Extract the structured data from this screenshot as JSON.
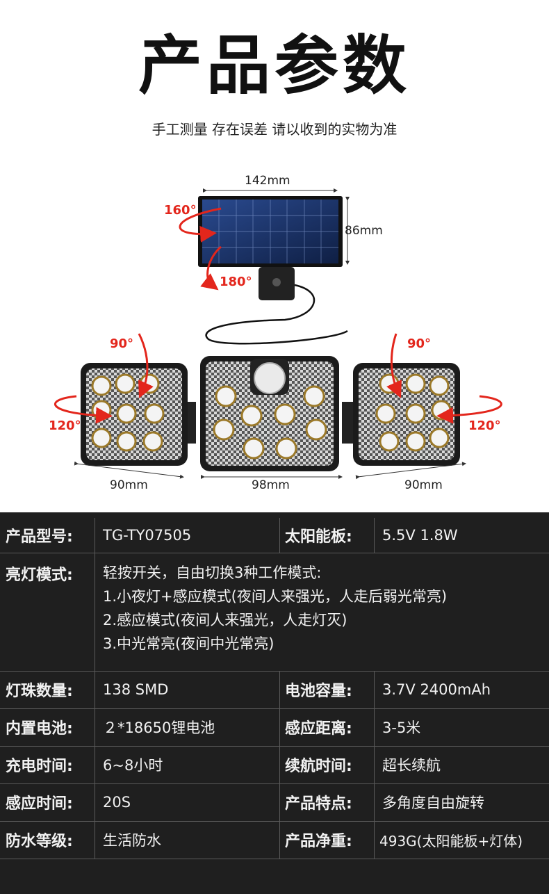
{
  "header": {
    "title": "产品参数",
    "subtitle": "手工测量 存在误差 请以收到的实物为准"
  },
  "figure": {
    "panel_width": "142mm",
    "panel_height": "86mm",
    "panel_rotate_h": "160°",
    "panel_rotate_v": "180°",
    "left_tilt": "90°",
    "left_swivel": "120°",
    "right_tilt": "90°",
    "right_swivel": "120°",
    "left_width": "90mm",
    "center_width": "98mm",
    "right_width": "90mm"
  },
  "specs": {
    "model_label": "产品型号:",
    "model_value": "TG-TY07505",
    "solar_label": "太阳能板:",
    "solar_value": "5.5V 1.8W",
    "mode_label": "亮灯模式:",
    "mode_lines": [
      "轻按开关，自由切换3种工作模式:",
      "1.小夜灯+感应模式(夜间人来强光，人走后弱光常亮)",
      "2.感应模式(夜间人来强光，人走灯灭)",
      "3.中光常亮(夜间中光常亮)"
    ],
    "led_label": "灯珠数量:",
    "led_value": "138 SMD",
    "capacity_label": "电池容量:",
    "capacity_value": "3.7V 2400mAh",
    "battery_label": "内置电池:",
    "battery_value": "２*18650锂电池",
    "distance_label": "感应距离:",
    "distance_value": "3-5米",
    "charge_label": "充电时间:",
    "charge_value": "6~8小时",
    "endurance_label": "续航时间:",
    "endurance_value": "超长续航",
    "sense_time_label": "感应时间:",
    "sense_time_value": "20S",
    "feature_label": "产品特点:",
    "feature_value": "多角度自由旋转",
    "waterproof_label": "防水等级:",
    "waterproof_value": "生活防水",
    "weight_label": "产品净重:",
    "weight_value": "493G(太阳能板+灯体)"
  },
  "colors": {
    "accent_red": "#e3261c",
    "table_bg": "#1f1f1f",
    "panel_blue": "#1e3a78"
  }
}
